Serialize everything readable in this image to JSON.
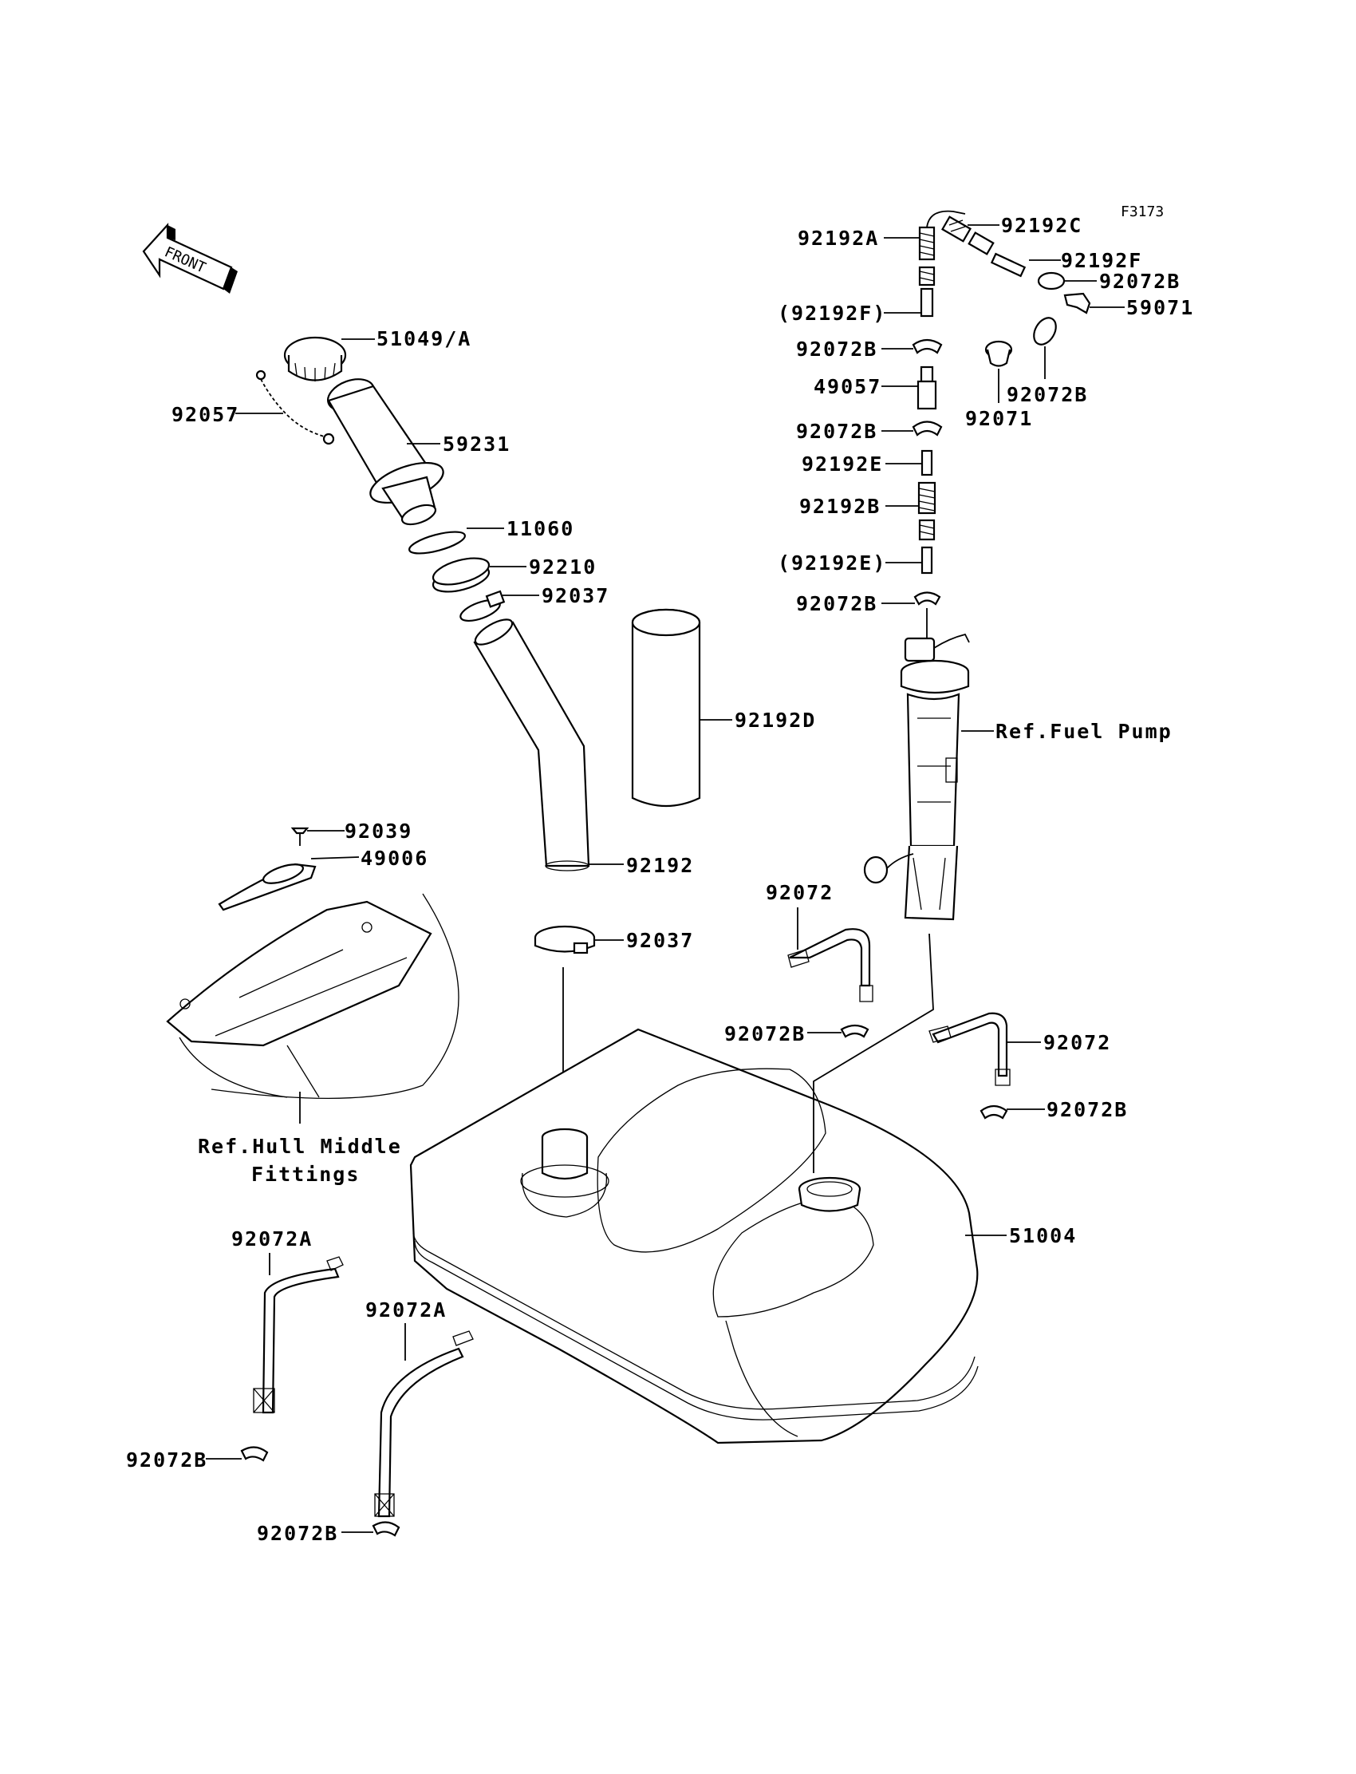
{
  "figure_code": "F3173",
  "front_label": "FRONT",
  "labels": {
    "p51049": "51049/A",
    "p92057": "92057",
    "p59231": "59231",
    "p11060": "11060",
    "p92210": "92210",
    "p92037a": "92037",
    "p92192d": "92192D",
    "p92192": "92192",
    "p92037b": "92037",
    "p92039": "92039",
    "p49006": "49006",
    "ref_hull_1": "Ref.Hull Middle",
    "ref_hull_2": "Fittings",
    "p92072A_1": "92072A",
    "p92072A_2": "92072A",
    "p92072B_l1": "92072B",
    "p92072B_l2": "92072B",
    "p51004": "51004",
    "p92192A": "92192A",
    "p92192C": "92192C",
    "p92192F": "92192F",
    "p92072B_r1": "92072B",
    "p59071": "59071",
    "p92192F_paren": "(92192F)",
    "p92072B_s1": "92072B",
    "p49057": "49057",
    "p92072B_r2": "92072B",
    "p92071": "92071",
    "p92072B_s2": "92072B",
    "p92192E": "92192E",
    "p92192B": "92192B",
    "p92192E_paren": "(92192E)",
    "p92072B_s3": "92072B",
    "ref_fuel_pump": "Ref.Fuel Pump",
    "p92072_1": "92072",
    "p92072B_m": "92072B",
    "p92072_2": "92072",
    "p92072B_r3": "92072B"
  }
}
